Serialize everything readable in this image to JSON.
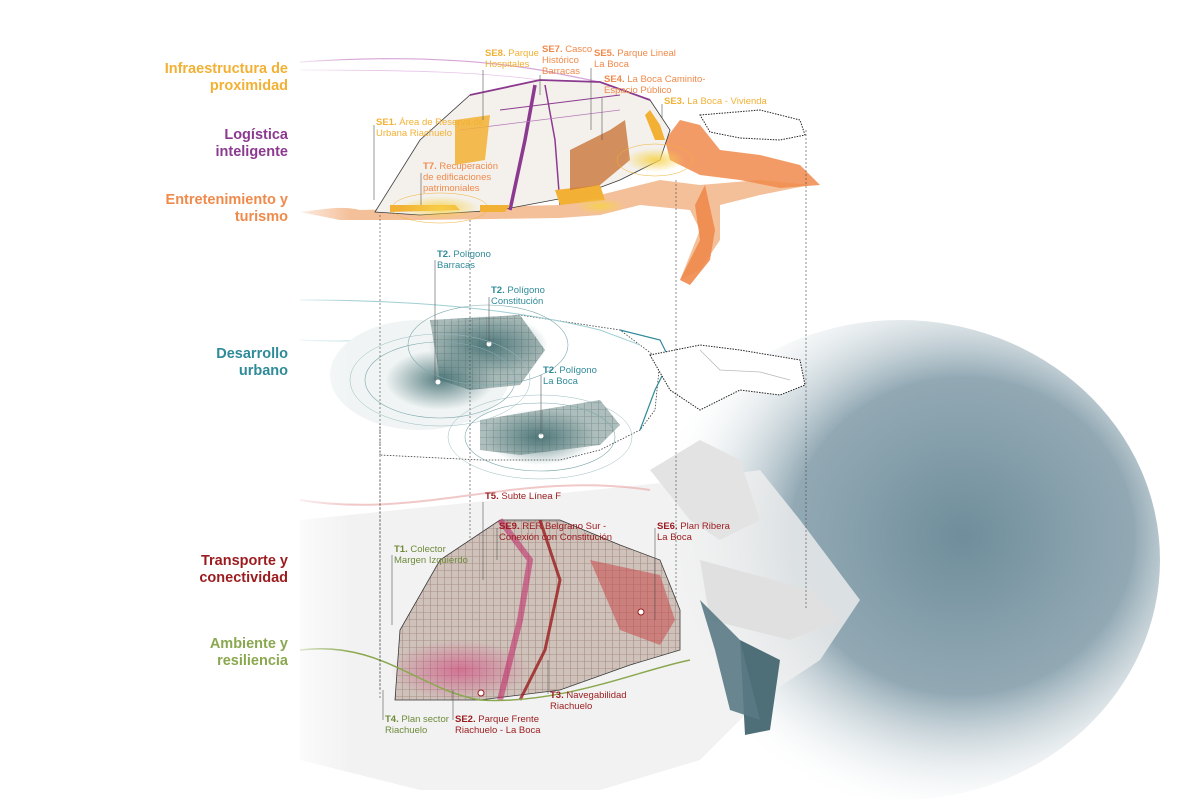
{
  "colors": {
    "infraestructura": "#f2b134",
    "logistica": "#8b3a8f",
    "entretenimiento": "#f08a4b",
    "desarrollo": "#2f8a99",
    "transporte": "#9b1b1e",
    "ambiente": "#8aa84f",
    "water": "#6f8d9b",
    "land": "#eeeeee"
  },
  "layers": [
    {
      "key": "infraestructura",
      "title_line1": "Infraestructura de",
      "title_line2": "proximidad"
    },
    {
      "key": "logistica",
      "title_line1": "Logística",
      "title_line2": "inteligente"
    },
    {
      "key": "entretenimiento",
      "title_line1": "Entretenimiento y",
      "title_line2": "turismo"
    },
    {
      "key": "desarrollo",
      "title_line1": "Desarrollo",
      "title_line2": "urbano"
    },
    {
      "key": "transporte",
      "title_line1": "Transporte y",
      "title_line2": "conectividad"
    },
    {
      "key": "ambiente",
      "title_line1": "Ambiente y",
      "title_line2": "resiliencia"
    }
  ],
  "labels": {
    "se8": {
      "code": "SE8.",
      "line1": "Parque",
      "line2": "Hospitales"
    },
    "se7": {
      "code": "SE7.",
      "line1": "Casco",
      "line2": "Histórico",
      "line3": "Barracas"
    },
    "se5": {
      "code": "SE5.",
      "line1": "Parque Lineal",
      "line2": "La Boca"
    },
    "se4": {
      "code": "SE4.",
      "line1": "La Boca Caminito-",
      "line2": "Espacio Público"
    },
    "se3": {
      "code": "SE3.",
      "line1": "La Boca - Vivienda"
    },
    "se1": {
      "code": "SE1.",
      "line1": "Área de Reserva de",
      "line2": "Urbana Riachuelo"
    },
    "t7": {
      "code": "T7.",
      "line1": "Recuperación",
      "line2": "de edificaciones",
      "line3": "patrimoniales"
    },
    "t2a": {
      "code": "T2.",
      "line1": "Polígono",
      "line2": "Barracas"
    },
    "t2b": {
      "code": "T2.",
      "line1": "Polígono",
      "line2": "Constitución"
    },
    "t2c": {
      "code": "T2.",
      "line1": "Polígono",
      "line2": "La Boca"
    },
    "t5": {
      "code": "T5.",
      "line1": "Subte Línea F"
    },
    "se9": {
      "code": "SE9.",
      "line1": "RER Belgrano Sur -",
      "line2": "Conexión con Constitución"
    },
    "se6": {
      "code": "SE6.",
      "line1": "Plan Ribera",
      "line2": "La Boca"
    },
    "t1": {
      "code": "T1.",
      "line1": "Colector",
      "line2": "Margen Izquierdo"
    },
    "t3": {
      "code": "T3.",
      "line1": "Navegabilidad",
      "line2": "Riachuelo"
    },
    "t4": {
      "code": "T4.",
      "line1": "Plan sector",
      "line2": "Riachuelo"
    },
    "se2": {
      "code": "SE2.",
      "line1": "Parque Frente",
      "line2": "Riachuelo - La Boca"
    }
  }
}
